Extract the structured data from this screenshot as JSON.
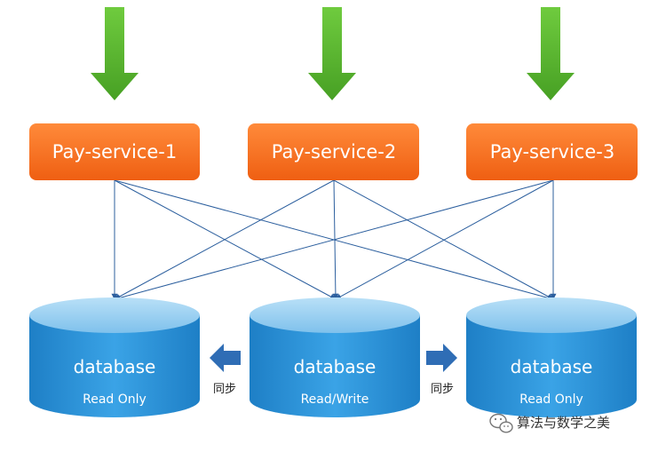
{
  "colors": {
    "service": "#f26a1b",
    "service_dark": "#e35a10",
    "database_top": "#9fd2f2",
    "database_body": "#2a93d8",
    "database_dark": "#1f7cc0",
    "entry_arrow": "#5bb631",
    "link_line": "#2c5f9e",
    "sync_arrow": "#2f6db5"
  },
  "services": [
    {
      "label": "Pay-service-1"
    },
    {
      "label": "Pay-service-2"
    },
    {
      "label": "Pay-service-3"
    }
  ],
  "databases": [
    {
      "title": "database",
      "mode": "Read Only"
    },
    {
      "title": "database",
      "mode": "Read/Write"
    },
    {
      "title": "database",
      "mode": "Read Only"
    }
  ],
  "sync": [
    {
      "label": "同步",
      "direction": "left"
    },
    {
      "label": "同步",
      "direction": "right"
    }
  ],
  "watermark": {
    "icon": "wechat-icon",
    "text": "算法与数学之美"
  }
}
